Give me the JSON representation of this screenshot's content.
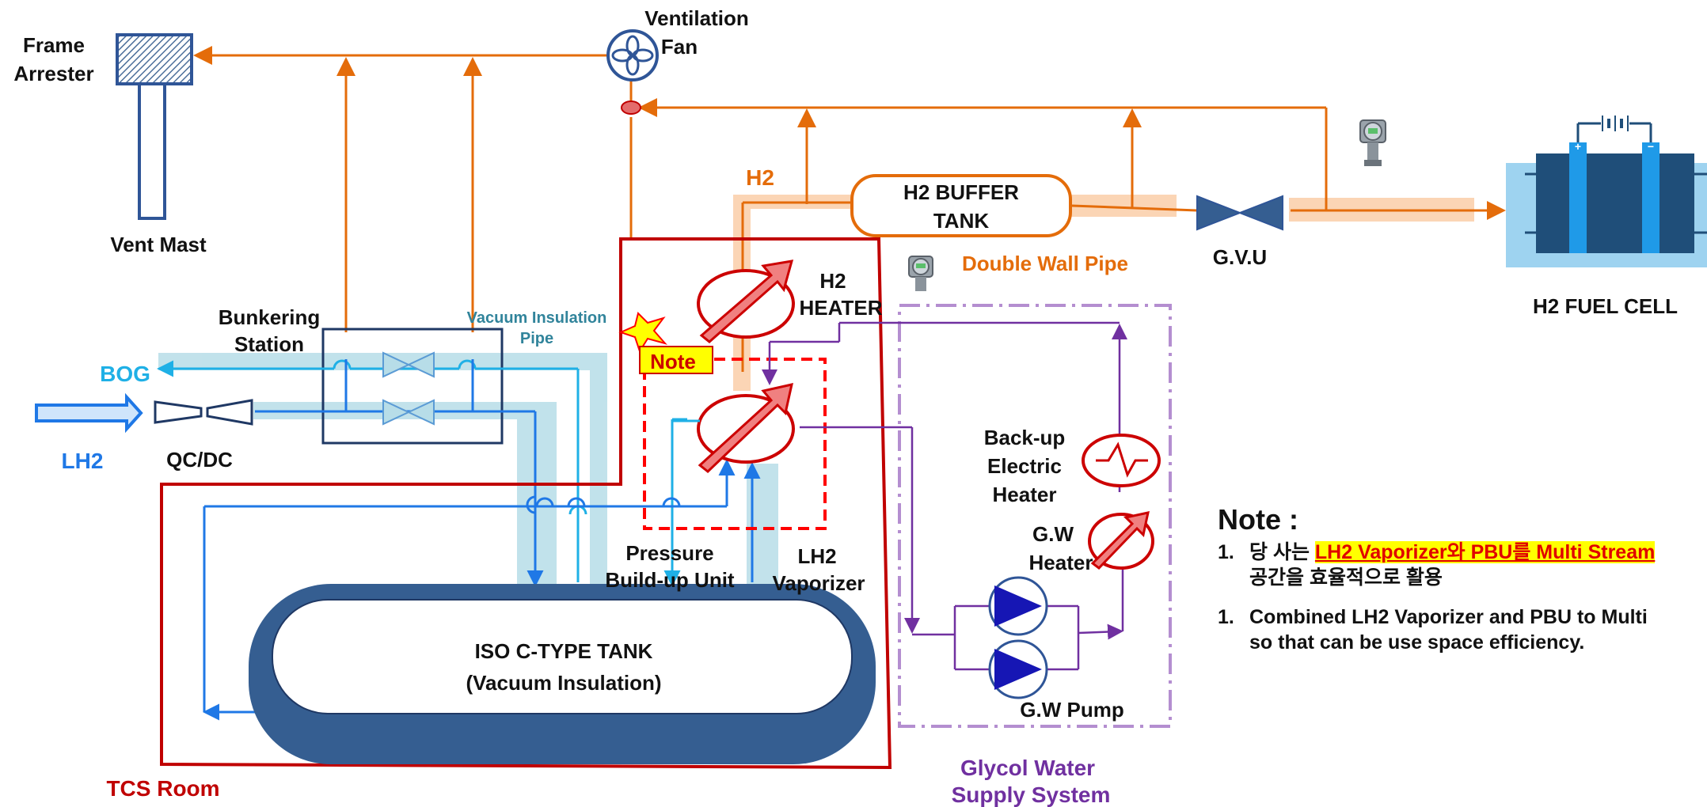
{
  "labels": {
    "frame_arrester": [
      "Frame",
      "Arrester"
    ],
    "vent_mast": "Vent Mast",
    "ventilation_fan": [
      "Ventilation",
      "Fan"
    ],
    "h2": "H2",
    "h2_buffer_tank": [
      "H2 BUFFER",
      "TANK"
    ],
    "double_wall_pipe": "Double Wall Pipe",
    "gvu": "G.V.U",
    "h2_fuel_cell": "H2 FUEL CELL",
    "bunkering_station": [
      "Bunkering",
      "Station"
    ],
    "vacuum_insulation_pipe": [
      "Vacuum Insulation",
      "Pipe"
    ],
    "bog": "BOG",
    "lh2_in": "LH2",
    "qcdc": "QC/DC",
    "note_tag": "Note",
    "h2_heater": [
      "H2",
      "HEATER"
    ],
    "pressure_build_up_unit": [
      "Pressure",
      "Build-up Unit"
    ],
    "lh2_vaporizer": [
      "LH2",
      "Vaporizer"
    ],
    "tank_title": "ISO C-TYPE TANK",
    "tank_subtitle": "(Vacuum Insulation)",
    "tcs_room": "TCS Room",
    "backup_electric_heater": [
      "Back-up",
      "Electric",
      "Heater"
    ],
    "gw_heater": [
      "G.W",
      "Heater"
    ],
    "gw_pump": "G.W Pump",
    "glycol_water_supply": [
      "Glycol Water",
      "Supply System"
    ]
  },
  "note": {
    "title": "Note :",
    "item1_num": "1.",
    "item1_pre": "당 사는 ",
    "item1_highlight": "LH2 Vaporizer와 PBU를 Multi Stream",
    "item1_line2": "공간을 효율적으로 활용",
    "item2_num": "1.",
    "item2_line1": "Combined LH2 Vaporizer and PBU to Multi",
    "item2_line2": "so that can be use space efficiency."
  },
  "colors": {
    "vent_orange": "#e46c0a",
    "pipe_shadow": "#fbd5b5",
    "lh2_blue": "#1f78e6",
    "bog_blue": "#1fb0e6",
    "insulation": "#b7dde8",
    "tcs_red": "#c00000",
    "heater_red": "#cc0000",
    "glycol_purple": "#7030a0",
    "tank_navy": "#355e91",
    "pump_blue": "#1616b4",
    "highlight_yellow": "#ffff00"
  }
}
